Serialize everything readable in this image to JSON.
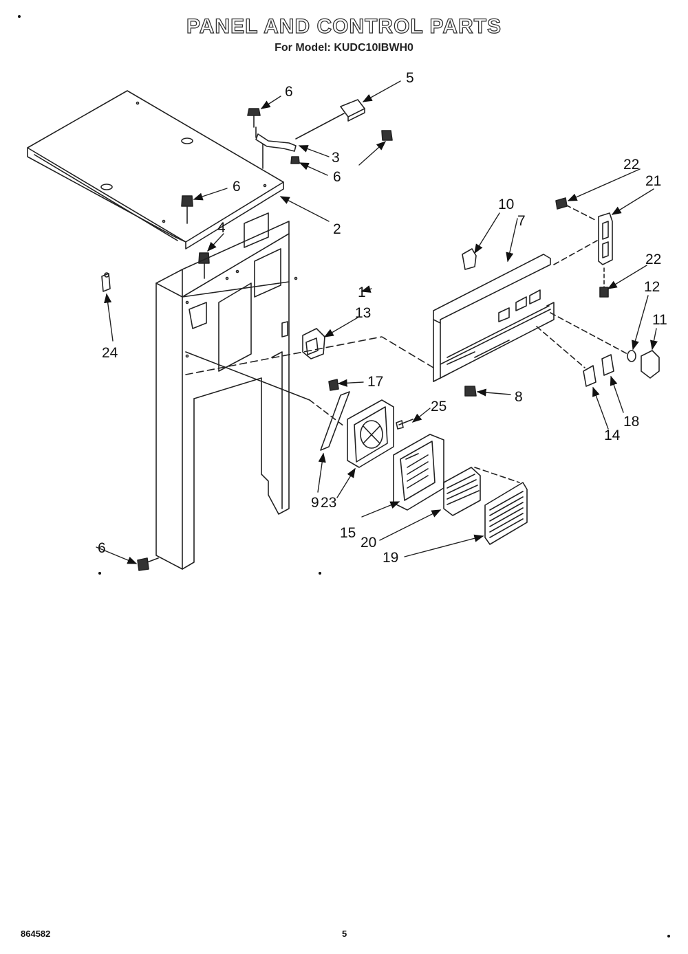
{
  "title": "PANEL AND CONTROL PARTS",
  "subtitle": "For Model: KUDC10IBWH0",
  "footer": {
    "left": "864582",
    "center": "5"
  },
  "callouts": [
    "1",
    "2",
    "3",
    "4",
    "5",
    "6",
    "6",
    "6",
    "6",
    "6",
    "7",
    "8",
    "9",
    "10",
    "11",
    "12",
    "13",
    "14",
    "15",
    "17",
    "18",
    "19",
    "20",
    "21",
    "22",
    "22",
    "23",
    "24",
    "25"
  ]
}
